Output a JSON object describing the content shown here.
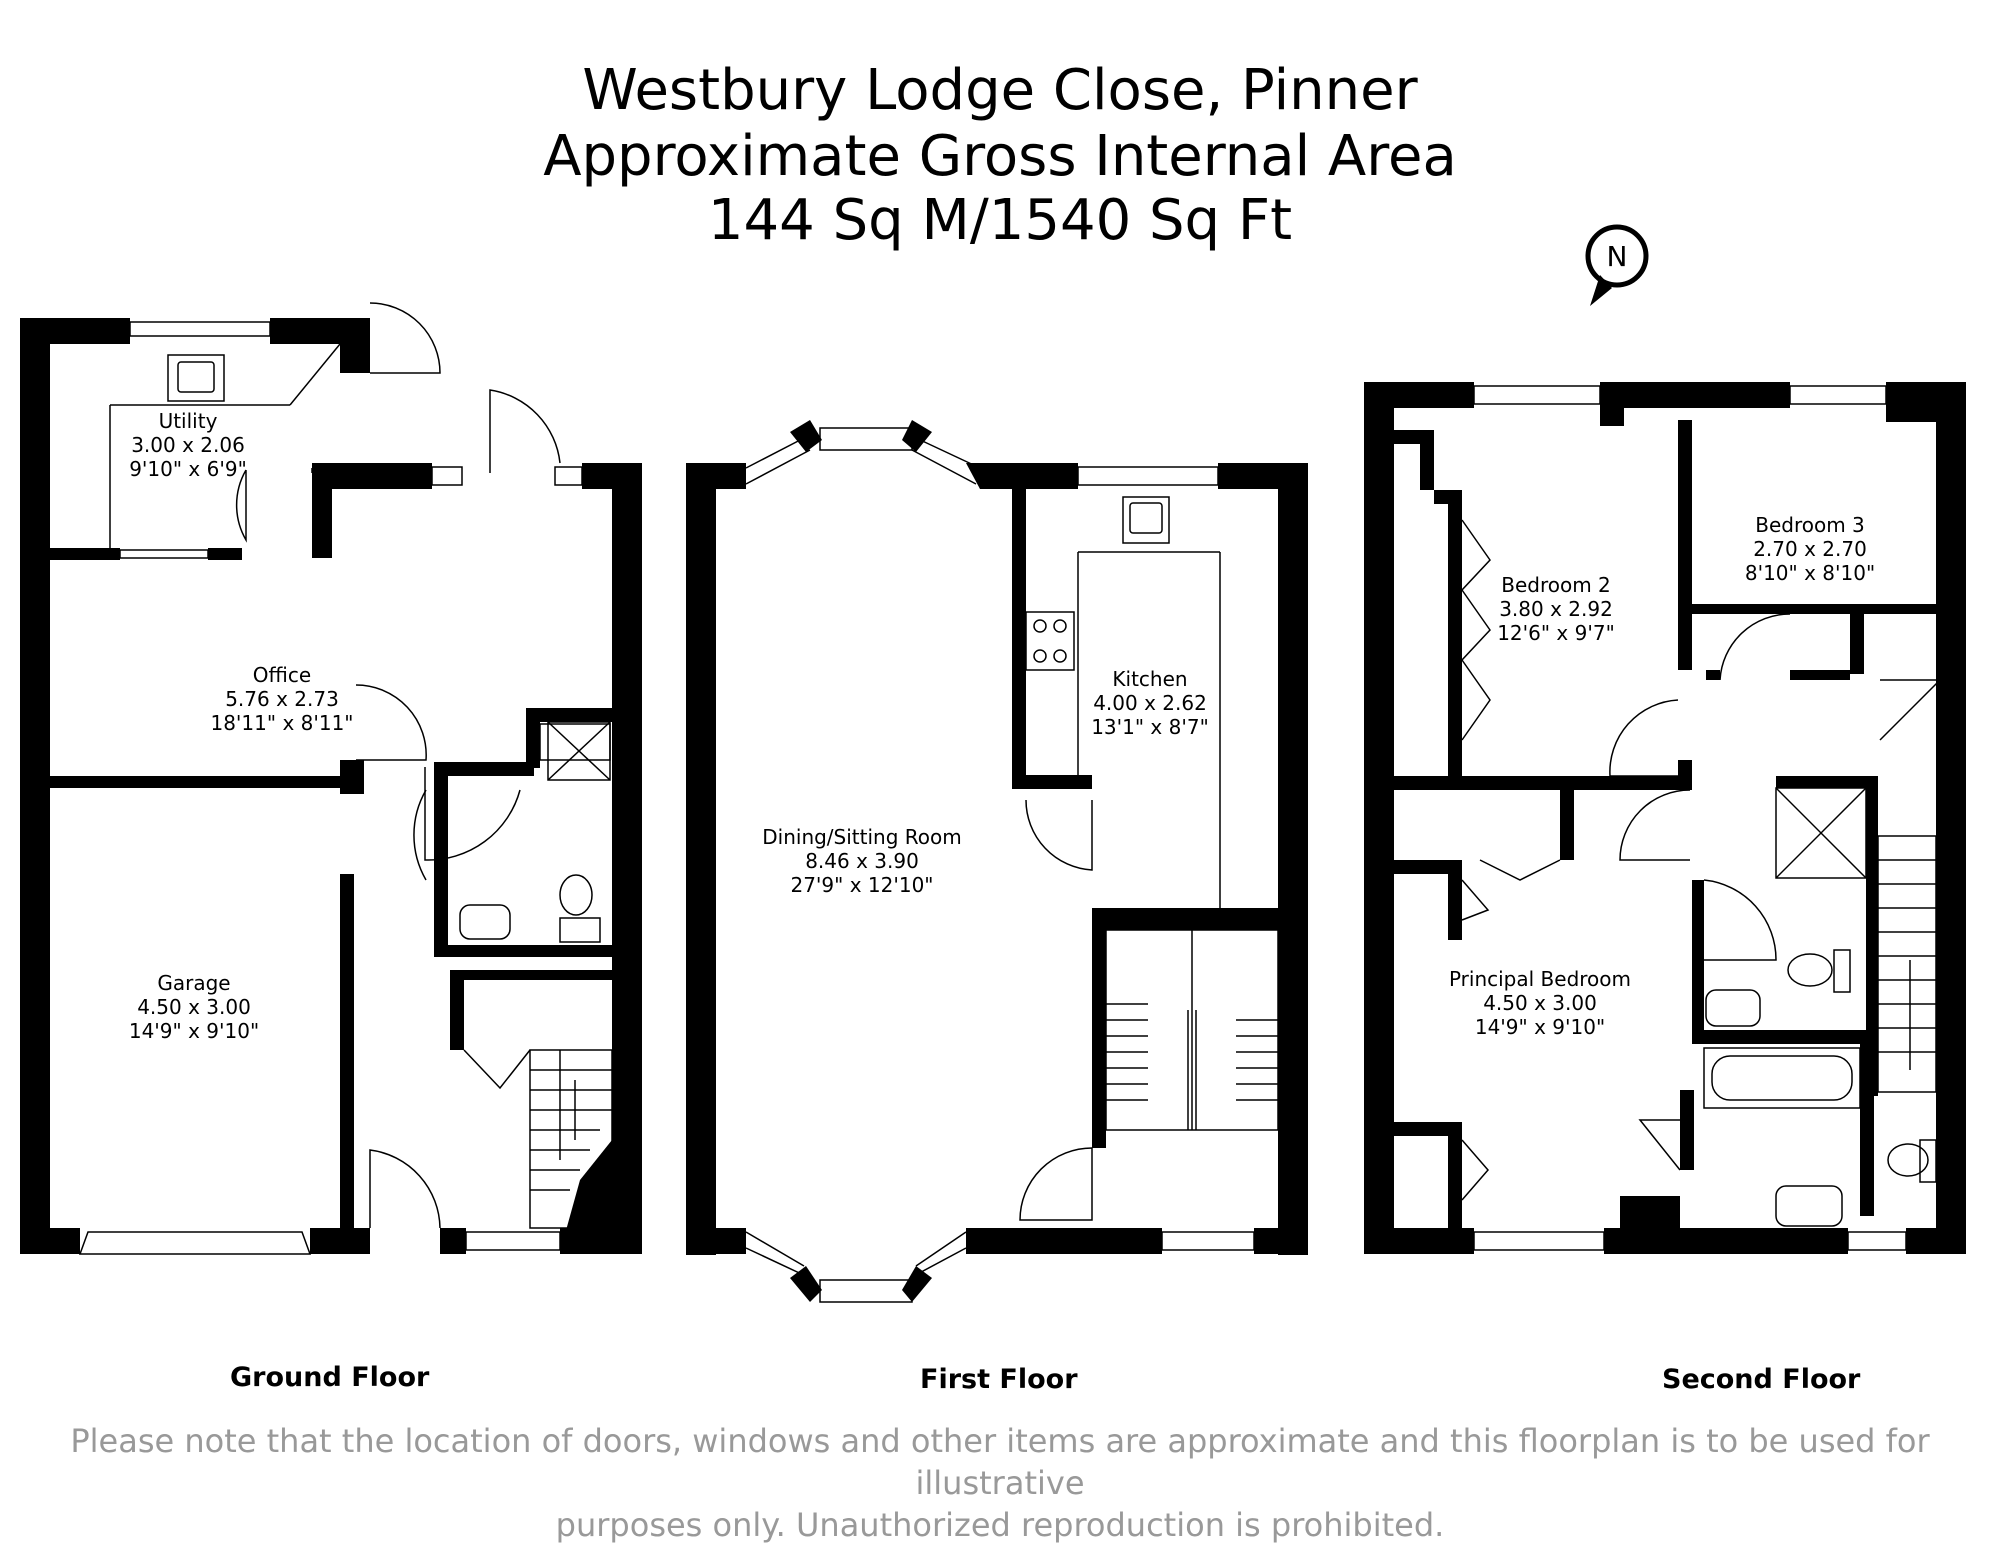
{
  "header": {
    "address": "Westbury Lodge Close, Pinner",
    "area_title": "Approximate Gross Internal Area",
    "area_value": "144 Sq M/1540 Sq Ft"
  },
  "compass": {
    "label": "N"
  },
  "rooms": {
    "utility": {
      "name": "Utility",
      "metric": "3.00 x 2.06",
      "imperial": "9'10\" x 6'9\""
    },
    "office": {
      "name": "Office",
      "metric": "5.76 x 2.73",
      "imperial": "18'11\" x 8'11\""
    },
    "garage": {
      "name": "Garage",
      "metric": "4.50 x 3.00",
      "imperial": "14'9\" x 9'10\""
    },
    "dining": {
      "name": "Dining/Sitting Room",
      "metric": "8.46 x 3.90",
      "imperial": "27'9\" x 12'10\""
    },
    "kitchen": {
      "name": "Kitchen",
      "metric": "4.00 x 2.62",
      "imperial": "13'1\" x 8'7\""
    },
    "bedroom2": {
      "name": "Bedroom 2",
      "metric": "3.80 x 2.92",
      "imperial": "12'6\" x 9'7\""
    },
    "bedroom3": {
      "name": "Bedroom 3",
      "metric": "2.70 x 2.70",
      "imperial": "8'10\" x 8'10\""
    },
    "principal": {
      "name": "Principal Bedroom",
      "metric": "4.50 x 3.00",
      "imperial": "14'9\" x 9'10\""
    }
  },
  "floors": {
    "ground": "Ground Floor",
    "first": "First Floor",
    "second": "Second Floor"
  },
  "disclaimer": {
    "line1": "Please note that the location of doors, windows and other items are approximate and this floorplan is to be used for illustrative",
    "line2": "purposes only. Unauthorized reproduction is prohibited."
  }
}
